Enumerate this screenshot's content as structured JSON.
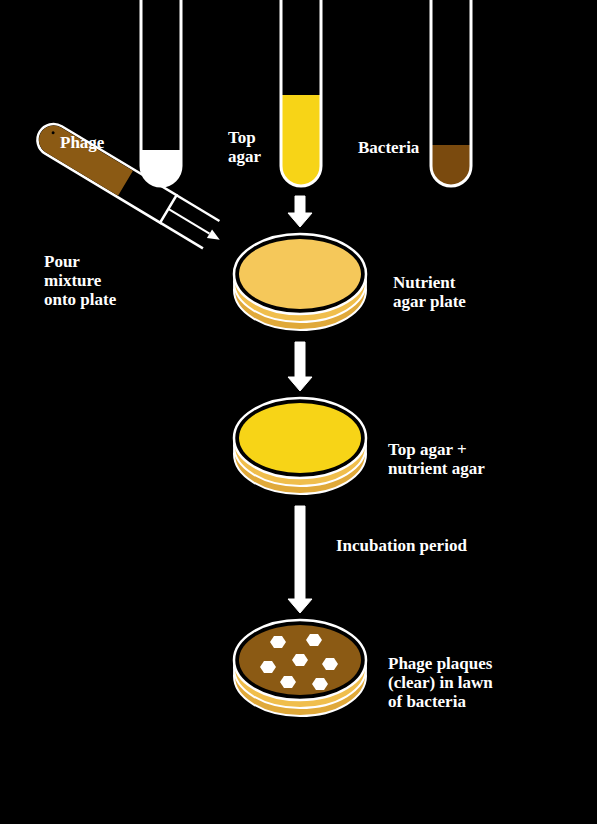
{
  "diagram": {
    "nodes": [
      {
        "text": [
          "Phage"
        ]
      },
      {
        "text": [
          "Top agar"
        ]
      },
      {
        "text": [
          "Bacteria"
        ]
      },
      {
        "text": [
          "Nutrient agar plate"
        ]
      },
      {
        "text": [
          "Top agar + nutrient agar"
        ]
      },
      {
        "text": [
          "Phage plaques (clear) in lawn of bacteria"
        ]
      }
    ],
    "edges": [
      {
        "from": 1,
        "to": 3,
        "arrow": "to"
      },
      {
        "from": 3,
        "to": 4,
        "arrow": "to"
      },
      {
        "from": 4,
        "to": 5,
        "label": "Incubation period",
        "arrow": "to"
      }
    ],
    "labels": [
      "Pour mixture onto plate"
    ]
  }
}
